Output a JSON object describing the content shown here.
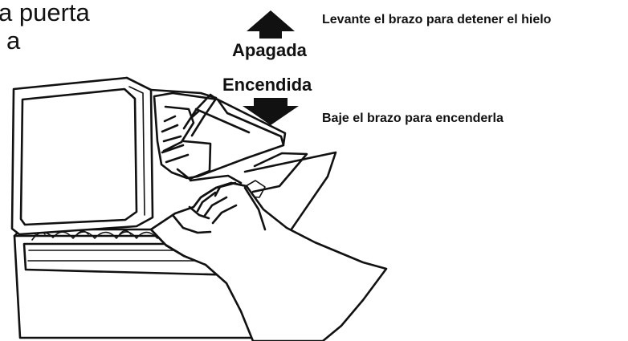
{
  "labels": {
    "top_left_line1": "a puerta",
    "top_left_line2": "a",
    "raise_instruction": "Levante el brazo para detener el hielo",
    "off_state": "Apagada",
    "on_state": "Encendida",
    "lower_instruction": "Baje el brazo para encenderla"
  },
  "colors": {
    "ink": "#111111",
    "background": "#ffffff"
  },
  "icons": {
    "up_arrow": "up-arrow-icon",
    "down_arrow": "down-arrow-icon"
  }
}
